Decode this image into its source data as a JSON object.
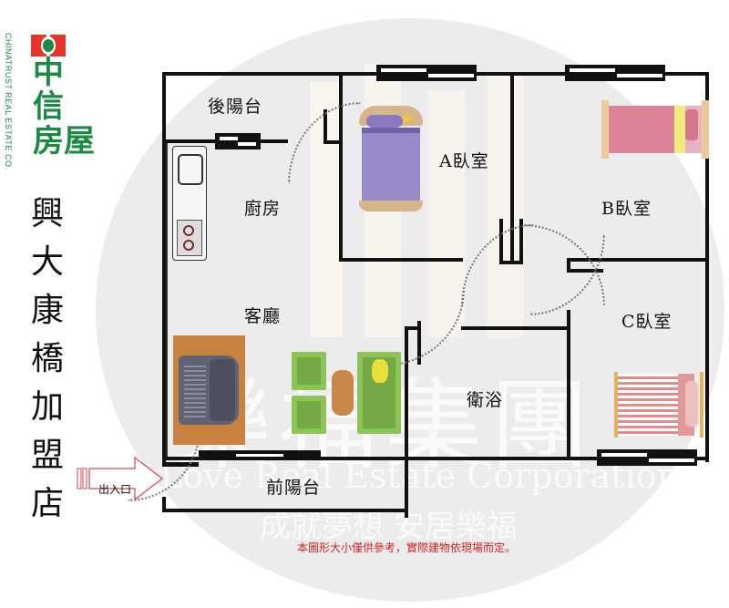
{
  "logo": {
    "company_en": "CHINATRUST REAL ESTATE CO.",
    "company_cn_line1": "中",
    "company_cn_line2": "信",
    "company_cn_line3": "房屋",
    "brand_color": "#1a8a45",
    "emblem_color": "#e8352b"
  },
  "store_title": [
    "興",
    "大",
    "康",
    "橋",
    "加",
    "盟",
    "店"
  ],
  "rooms": {
    "rear_balcony": "後陽台",
    "kitchen": "廚房",
    "bedroom_a": "A臥室",
    "bedroom_b": "B臥室",
    "living_room": "客廳",
    "bedroom_c": "C臥室",
    "bathroom": "衛浴",
    "front_balcony": "前陽台"
  },
  "entrance": {
    "label": "出入口",
    "arrow_color": "#d9434f"
  },
  "watermark": {
    "big_text": "樂福集團",
    "english": "Love Real Estate Corporation",
    "slogan": "成就夢想 安居樂福"
  },
  "disclaimer": "本圖形大小僅供參考，實際建物依現場而定。",
  "colors": {
    "wall": "#111111",
    "disclaimer": "#d42020",
    "watermark_circle": "#ececec"
  }
}
